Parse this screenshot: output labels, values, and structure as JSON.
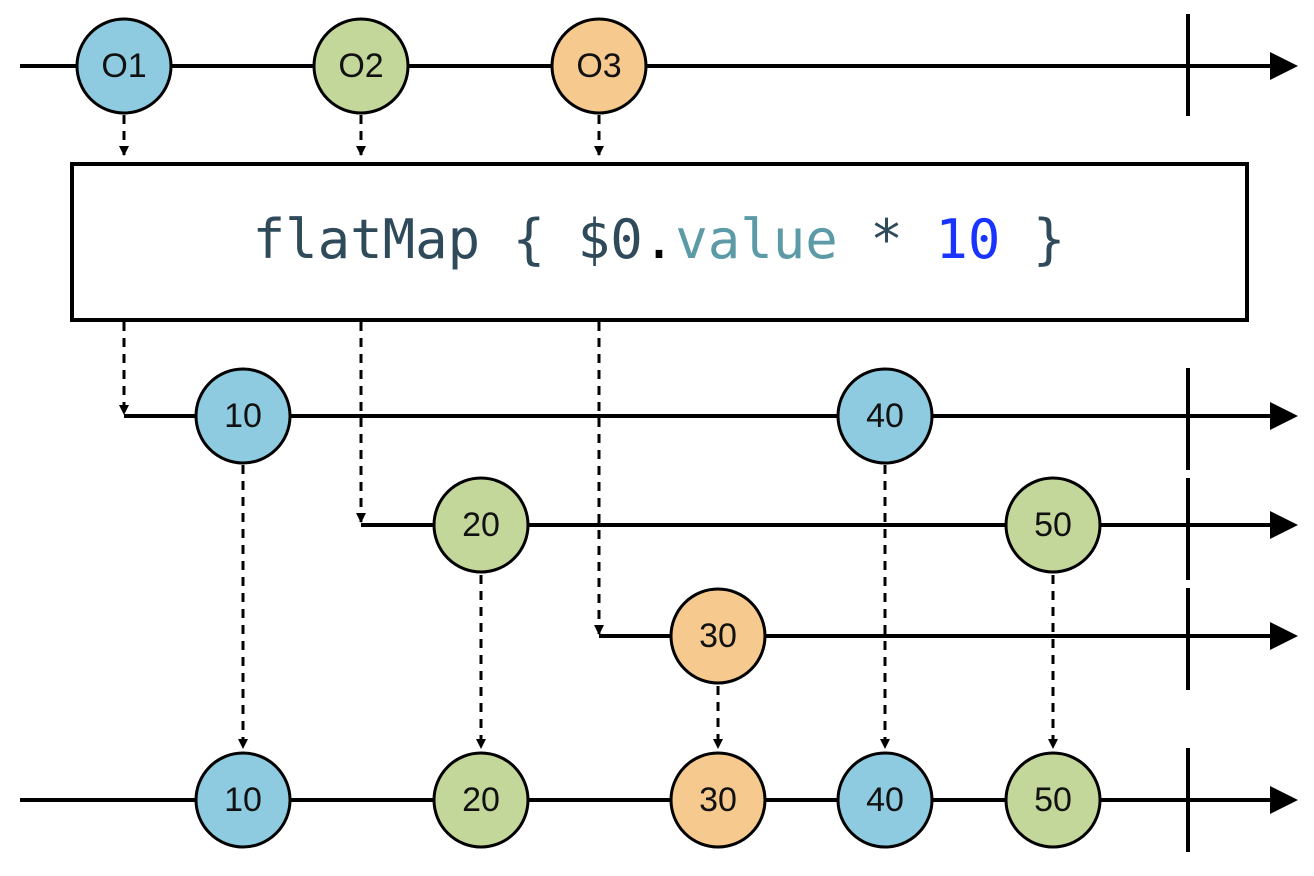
{
  "operator": {
    "code_parts": [
      {
        "text": "flatMap { $0",
        "color": "#2f4a5a"
      },
      {
        "text": ".",
        "color": "#000000"
      },
      {
        "text": "value",
        "color": "#5b9aa6"
      },
      {
        "text": " * ",
        "color": "#2f4a5a"
      },
      {
        "text": "10",
        "color": "#1a34ff"
      },
      {
        "text": " }",
        "color": "#2f4a5a"
      }
    ]
  },
  "colors": {
    "blue": "#8ecbe0",
    "green": "#c4d79b",
    "orange": "#f6c98f",
    "line": "#000000"
  },
  "input_marbles": [
    {
      "label": "O1",
      "color": "blue"
    },
    {
      "label": "O2",
      "color": "green"
    },
    {
      "label": "O3",
      "color": "orange"
    }
  ],
  "inner_streams": [
    {
      "marbles": [
        {
          "label": "10",
          "color": "blue"
        },
        {
          "label": "40",
          "color": "blue"
        }
      ]
    },
    {
      "marbles": [
        {
          "label": "20",
          "color": "green"
        },
        {
          "label": "50",
          "color": "green"
        }
      ]
    },
    {
      "marbles": [
        {
          "label": "30",
          "color": "orange"
        }
      ]
    }
  ],
  "output_marbles": [
    {
      "label": "10",
      "color": "blue"
    },
    {
      "label": "20",
      "color": "green"
    },
    {
      "label": "30",
      "color": "orange"
    },
    {
      "label": "40",
      "color": "blue"
    },
    {
      "label": "50",
      "color": "green"
    }
  ]
}
